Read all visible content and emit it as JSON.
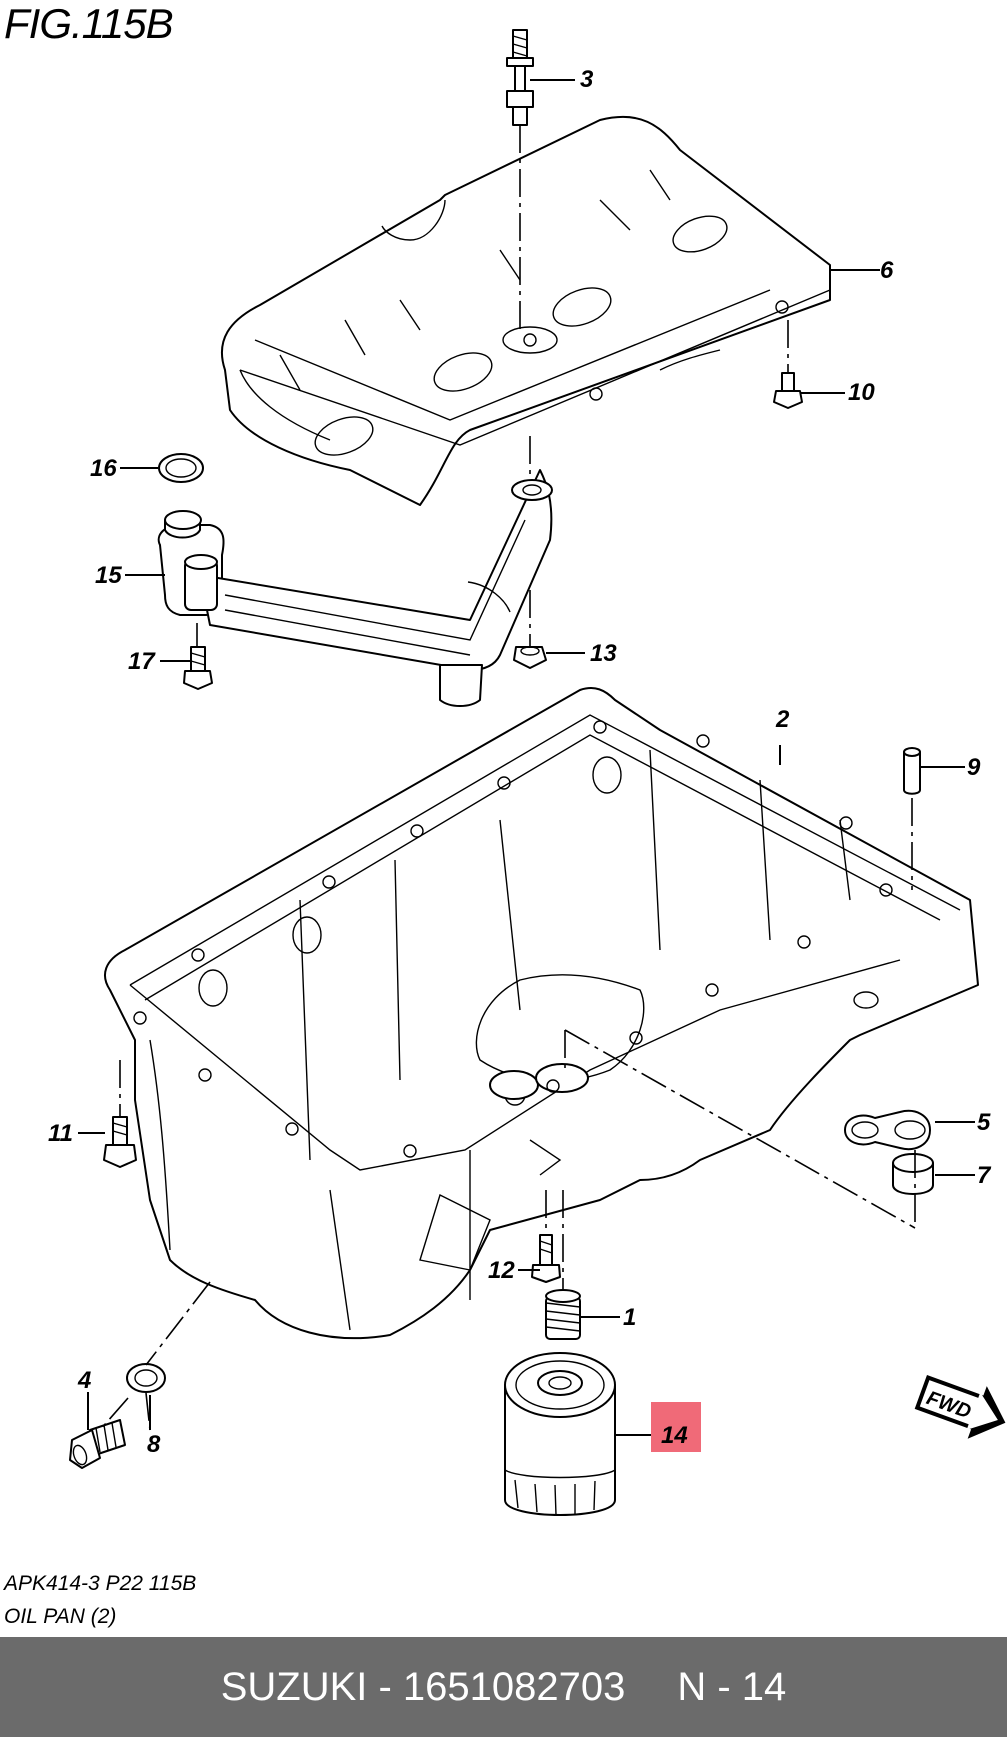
{
  "figure": {
    "title": "FIG.115B"
  },
  "callouts": [
    {
      "id": "1",
      "label": "1"
    },
    {
      "id": "2",
      "label": "2"
    },
    {
      "id": "3",
      "label": "3"
    },
    {
      "id": "4",
      "label": "4"
    },
    {
      "id": "5",
      "label": "5"
    },
    {
      "id": "6",
      "label": "6"
    },
    {
      "id": "7",
      "label": "7"
    },
    {
      "id": "8",
      "label": "8"
    },
    {
      "id": "9",
      "label": "9"
    },
    {
      "id": "10",
      "label": "10"
    },
    {
      "id": "11",
      "label": "11"
    },
    {
      "id": "12",
      "label": "12"
    },
    {
      "id": "13",
      "label": "13"
    },
    {
      "id": "14",
      "label": "14",
      "highlighted": true
    },
    {
      "id": "15",
      "label": "15"
    },
    {
      "id": "16",
      "label": "16"
    },
    {
      "id": "17",
      "label": "17"
    }
  ],
  "direction_badge": "FWD",
  "highlight_color": "#f06a78",
  "meta": {
    "code": "APK414-3 P22 115B",
    "name": "OIL PAN (2)"
  },
  "footer": {
    "brand": "SUZUKI - 1651082703",
    "position": "N - 14",
    "background": "#6b6b6b"
  }
}
